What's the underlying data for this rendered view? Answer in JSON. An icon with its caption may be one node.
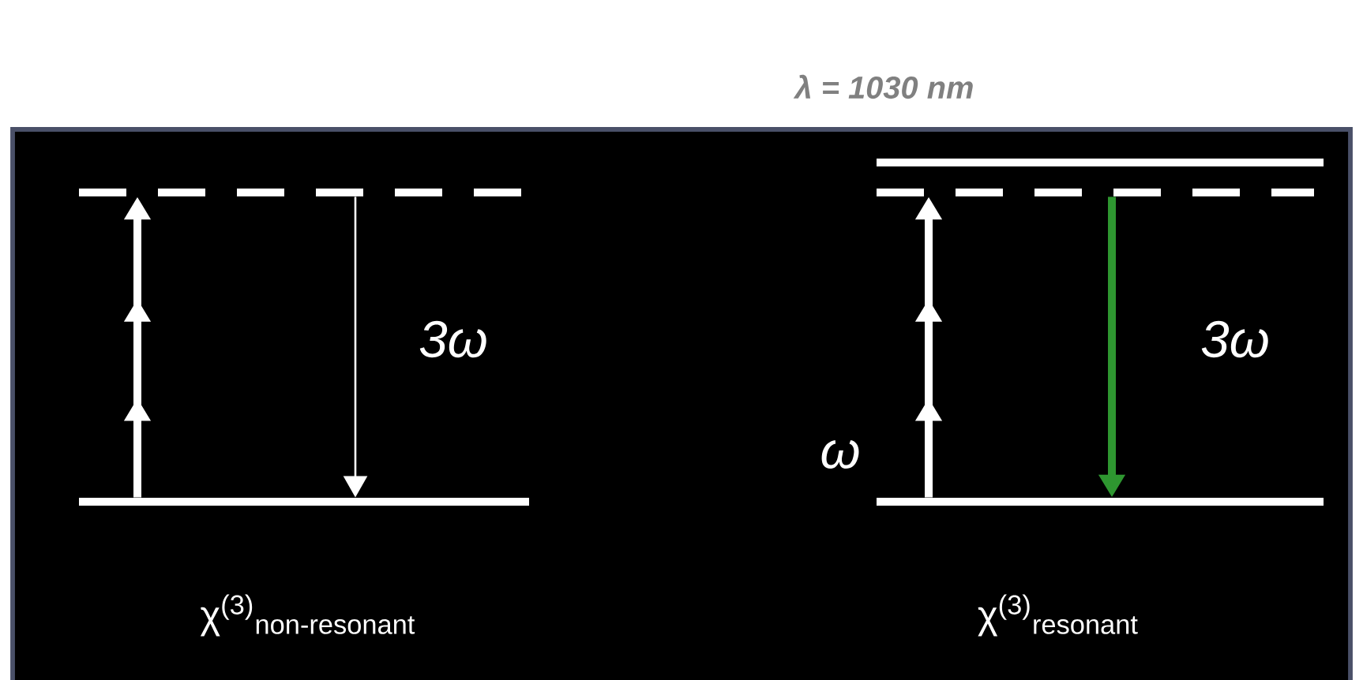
{
  "diagram": {
    "title": "λ = 1030 nm",
    "nodes": [
      {
        "text": [],
        "shape": "bar"
      },
      {
        "text": [],
        "shape": "bar"
      },
      {
        "text": [],
        "shape": "bar"
      },
      {
        "text": [],
        "shape": "bar"
      },
      {
        "text": [],
        "shape": "bar"
      }
    ],
    "edges": [
      {
        "from": 1,
        "to": 0,
        "arrow": "to"
      },
      {
        "from": 0,
        "to": 1,
        "arrow": "to",
        "label": "3ω"
      },
      {
        "from": 4,
        "to": 3,
        "arrow": "to",
        "label": "ω"
      },
      {
        "from": 3,
        "to": 4,
        "arrow": "to",
        "color": "#2e9630",
        "label": "3ω"
      }
    ],
    "labels": [
      "χ$^{(3)}$$_{non-resonant}$",
      "χ$^{(3)}$$_{resonant}$"
    ]
  }
}
